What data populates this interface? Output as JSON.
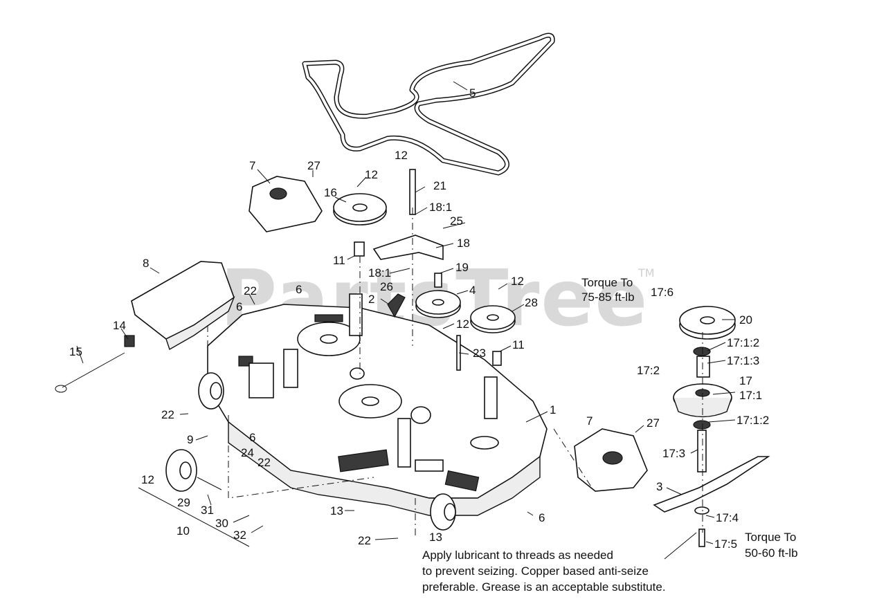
{
  "watermark": {
    "brand": "PartsTree",
    "tm": "TM"
  },
  "torque_notes": [
    {
      "line1": "Torque To",
      "line2": "75-85 ft-lb"
    },
    {
      "line1": "Torque To",
      "line2": "50-60 ft-lb"
    }
  ],
  "lubricant_note": [
    "Apply lubricant to threads as needed",
    "to prevent seizing. Copper based anti-seize",
    "preferable. Grease is an acceptable substitute."
  ],
  "callouts": [
    "5",
    "7",
    "27",
    "12",
    "12",
    "16",
    "21",
    "18:1",
    "25",
    "18",
    "11",
    "18:1",
    "19",
    "8",
    "22",
    "6",
    "6",
    "26",
    "2",
    "4",
    "12",
    "28",
    "12",
    "11",
    "23",
    "14",
    "15",
    "22",
    "6",
    "9",
    "24",
    "22",
    "12",
    "29",
    "31",
    "10",
    "30",
    "32",
    "13",
    "22",
    "13",
    "1",
    "7",
    "27",
    "6",
    "17:6",
    "20",
    "17:1:2",
    "17:1:3",
    "17:2",
    "17",
    "17:1",
    "17:1:2",
    "17:3",
    "3",
    "17:4",
    "17:5"
  ],
  "colors": {
    "ink": "#111111",
    "watermark": "#d9d9d9"
  }
}
